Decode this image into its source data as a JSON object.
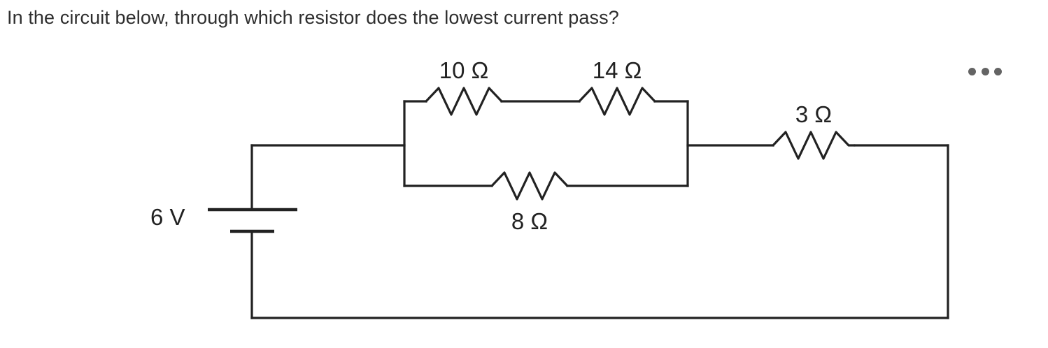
{
  "question": {
    "text": "In the circuit below, through which resistor does the lowest current pass?"
  },
  "overflow_menu": {
    "name": "more-options",
    "glyph": "•",
    "color": "#646464",
    "dot_count": 3
  },
  "circuit": {
    "title": "series-parallel resistor circuit with battery",
    "wire_color": "#222222",
    "label_color": "#222222",
    "source": {
      "type": "battery",
      "label": "6 V",
      "voltage_value": "6",
      "voltage_unit": "V"
    },
    "resistors": [
      {
        "id": "r10",
        "label": "10 Ω",
        "value": "10",
        "unit": "Ω",
        "branch": "parallel-top-left"
      },
      {
        "id": "r14",
        "label": "14 Ω",
        "value": "14",
        "unit": "Ω",
        "branch": "parallel-top-right"
      },
      {
        "id": "r8",
        "label": "8 Ω",
        "value": "8",
        "unit": "Ω",
        "branch": "parallel-bottom"
      },
      {
        "id": "r3",
        "label": "3 Ω",
        "value": "3",
        "unit": "Ω",
        "branch": "series-right"
      }
    ]
  }
}
